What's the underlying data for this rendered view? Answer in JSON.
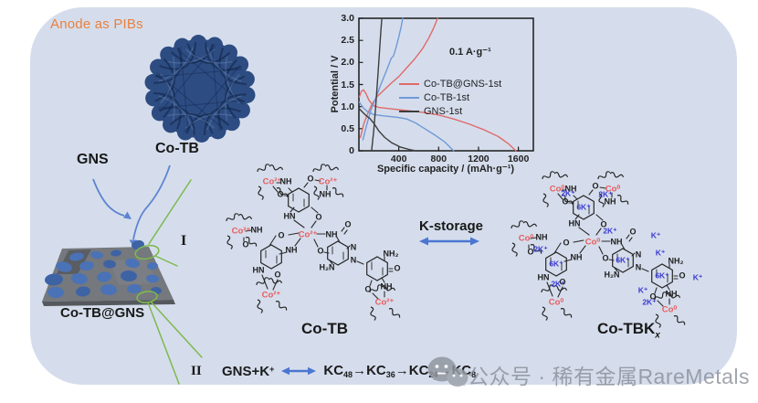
{
  "scene": {
    "tag": "Anode as PIBs",
    "gns": "GNS",
    "cotb": "Co-TB",
    "composite": "Co-TB@GNS",
    "roman_one": "I",
    "k_storage": "K-storage"
  },
  "chart_data": {
    "type": "line",
    "title": "",
    "xlabel": "Specific capacity / (mAh·g⁻¹)",
    "ylabel": "Potential / V",
    "annotation": "0.1 A·g⁻¹",
    "xlim": [
      0,
      1750
    ],
    "ylim": [
      0,
      3.0
    ],
    "xticks": [
      400,
      800,
      1200,
      1600
    ],
    "ytick_labels": [
      "0",
      "0.5",
      "1.0",
      "1.5",
      "2.0",
      "2.5",
      "3.0"
    ],
    "grid": false,
    "legend_position": "center-right",
    "series": [
      {
        "name": "Co-TB@GNS-1st",
        "color": "#e06a6a",
        "discharge": [
          [
            5,
            1.22
          ],
          [
            25,
            1.35
          ],
          [
            45,
            1.38
          ],
          [
            70,
            1.3
          ],
          [
            100,
            1.15
          ],
          [
            140,
            1.03
          ],
          [
            200,
            0.98
          ],
          [
            320,
            0.95
          ],
          [
            480,
            0.91
          ],
          [
            640,
            0.87
          ],
          [
            800,
            0.81
          ],
          [
            950,
            0.72
          ],
          [
            1100,
            0.61
          ],
          [
            1250,
            0.48
          ],
          [
            1400,
            0.32
          ],
          [
            1500,
            0.16
          ],
          [
            1575,
            0.0
          ]
        ],
        "charge": [
          [
            15,
            0.3
          ],
          [
            50,
            0.62
          ],
          [
            90,
            0.85
          ],
          [
            130,
            1.05
          ],
          [
            180,
            1.22
          ],
          [
            240,
            1.35
          ],
          [
            320,
            1.52
          ],
          [
            400,
            1.68
          ],
          [
            480,
            1.88
          ],
          [
            560,
            2.08
          ],
          [
            640,
            2.32
          ],
          [
            700,
            2.55
          ],
          [
            750,
            2.78
          ],
          [
            790,
            3.0
          ]
        ]
      },
      {
        "name": "Co-TB-1st",
        "color": "#6e9ad8",
        "discharge": [
          [
            5,
            1.1
          ],
          [
            40,
            0.98
          ],
          [
            90,
            0.88
          ],
          [
            150,
            0.82
          ],
          [
            250,
            0.79
          ],
          [
            380,
            0.76
          ],
          [
            480,
            0.72
          ],
          [
            570,
            0.63
          ],
          [
            660,
            0.5
          ],
          [
            760,
            0.36
          ],
          [
            860,
            0.2
          ],
          [
            950,
            0.0
          ]
        ],
        "charge": [
          [
            40,
            0.25
          ],
          [
            80,
            0.6
          ],
          [
            120,
            0.92
          ],
          [
            170,
            1.2
          ],
          [
            220,
            1.5
          ],
          [
            270,
            1.78
          ],
          [
            305,
            1.98
          ],
          [
            325,
            2.1
          ],
          [
            345,
            2.14
          ],
          [
            370,
            2.32
          ],
          [
            400,
            2.58
          ],
          [
            425,
            2.82
          ],
          [
            440,
            3.0
          ]
        ]
      },
      {
        "name": "GNS-1st",
        "color": "#3d3d3d",
        "discharge": [
          [
            5,
            0.95
          ],
          [
            35,
            0.88
          ],
          [
            70,
            0.8
          ],
          [
            110,
            0.73
          ],
          [
            150,
            0.62
          ],
          [
            200,
            0.45
          ],
          [
            260,
            0.3
          ],
          [
            330,
            0.18
          ],
          [
            420,
            0.08
          ],
          [
            520,
            0.02
          ],
          [
            570,
            0.0
          ]
        ],
        "charge": [
          [
            128,
            0.02
          ],
          [
            148,
            0.45
          ],
          [
            163,
            0.85
          ],
          [
            178,
            1.3
          ],
          [
            193,
            1.8
          ],
          [
            208,
            2.3
          ],
          [
            220,
            2.7
          ],
          [
            230,
            3.0
          ]
        ]
      }
    ]
  },
  "structures": {
    "cotb": {
      "name": "Co-TB",
      "metal": "Co²⁺",
      "metal_color": "#e85c5c",
      "atom_labels": [
        "NH",
        "O",
        "O",
        "NH",
        "HN",
        "O",
        "NH",
        "O",
        "NH",
        "NH",
        "O",
        "O",
        "HN",
        "O",
        "O",
        "N",
        "N",
        "NH₂",
        "H₂N",
        "O",
        "NH",
        "O"
      ]
    },
    "cotbk": {
      "name": "Co-TBK",
      "name_sub": "x",
      "metal": "Co⁰",
      "metal_color": "#e85c5c",
      "atom_labels": [
        "NH",
        "O",
        "O",
        "NH",
        "HN",
        "O",
        "NH",
        "O",
        "NH",
        "NH",
        "O",
        "O",
        "HN",
        "O",
        "O",
        "N",
        "N",
        "NH₂",
        "H₂N",
        "O",
        "NH",
        "O"
      ],
      "k_color": "#3b3bd0",
      "k_labels": [
        "2K⁺",
        "2K⁺",
        "6K⁺",
        "2K⁺",
        "2K⁺",
        "6K⁺",
        "2K⁺",
        "6K⁺",
        "K⁺",
        "K⁺",
        "6K⁺",
        "K⁺",
        "K⁺",
        "2K⁺"
      ]
    }
  },
  "reaction": {
    "roman": "II",
    "lhs": "GNS+K",
    "lhs_sup": "+",
    "step_arrow": "→",
    "steps": [
      {
        "base": "KC",
        "sub": "48"
      },
      {
        "base": "KC",
        "sub": "36"
      },
      {
        "base": "KC",
        "sub": "24"
      },
      {
        "base": "KC",
        "sub": "8"
      }
    ]
  },
  "watermark": {
    "icon": "wechat-icon",
    "text": "公众号 · 稀有金属RareMetals"
  },
  "colors": {
    "panel_bg": "#d5ddec",
    "tag": "#e8813f",
    "green": "#7db94e",
    "merge_arrow_blue": "#5d84d0",
    "reaction_arrow_blue": "#4b76d1",
    "flower_blue": "#2d4c82",
    "sheet_gray": "#75787d",
    "blob_blue": "#4a72b6"
  }
}
